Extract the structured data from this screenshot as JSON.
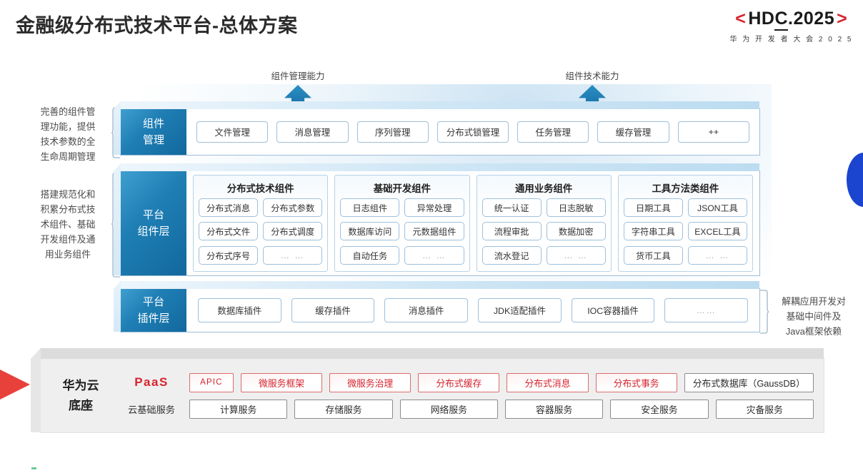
{
  "header": {
    "title": "金融级分布式技术平台-总体方案",
    "logo": {
      "left_bracket": "<",
      "right_bracket": ">",
      "main_pre": "HD",
      "main_underlined": "C",
      "main_post": ".2025",
      "subtitle": "华 为 开 发 者 大 会 2 0 2 5"
    }
  },
  "capabilities": [
    {
      "label": "组件管理能力"
    },
    {
      "label": "组件技术能力"
    }
  ],
  "side_notes": {
    "left": [
      "完善的组件管\n理功能，提供\n技术参数的全\n生命周期管理",
      "搭建规范化和\n积累分布式技\n术组件、基础\n开发组件及通\n用业务组件"
    ],
    "right": [
      "解耦应用开发对\n基础中间件及\nJava框架依赖"
    ]
  },
  "layers": {
    "management": {
      "label": "组件\n管理",
      "items": [
        "文件管理",
        "消息管理",
        "序列管理",
        "分布式锁管理",
        "任务管理",
        "缓存管理",
        "++"
      ]
    },
    "platform_components": {
      "label": "平台\n组件层",
      "groups": [
        {
          "title": "分布式技术组件",
          "items": [
            "分布式消息",
            "分布式参数",
            "分布式文件",
            "分布式调度",
            "分布式序号",
            "… …"
          ]
        },
        {
          "title": "基础开发组件",
          "items": [
            "日志组件",
            "异常处理",
            "数据库访问",
            "元数据组件",
            "自动任务",
            "… …"
          ]
        },
        {
          "title": "通用业务组件",
          "items": [
            "统一认证",
            "日志脱敏",
            "流程审批",
            "数据加密",
            "流水登记",
            "… …"
          ]
        },
        {
          "title": "工具方法类组件",
          "items": [
            "日期工具",
            "JSON工具",
            "字符串工具",
            "EXCEL工具",
            "货币工具",
            "… …"
          ]
        }
      ]
    },
    "plugin": {
      "label": "平台\n插件层",
      "items": [
        "数据库插件",
        "缓存插件",
        "消息插件",
        "JDK适配插件",
        "IOC容器插件",
        "……"
      ]
    }
  },
  "base": {
    "title": "华为云\n底座",
    "rows": [
      {
        "label": "PaaS",
        "style": "red",
        "items": [
          {
            "label": "APIC",
            "kind": "red"
          },
          {
            "label": "微服务框架",
            "kind": "red"
          },
          {
            "label": "微服务治理",
            "kind": "red"
          },
          {
            "label": "分布式缓存",
            "kind": "red"
          },
          {
            "label": "分布式消息",
            "kind": "red"
          },
          {
            "label": "分布式事务",
            "kind": "red"
          },
          {
            "label": "分布式数据库（GaussDB）",
            "kind": "grey"
          }
        ]
      },
      {
        "label": "云基础服务",
        "style": "plain",
        "items": [
          {
            "label": "计算服务",
            "kind": "grey"
          },
          {
            "label": "存储服务",
            "kind": "grey"
          },
          {
            "label": "网络服务",
            "kind": "grey"
          },
          {
            "label": "容器服务",
            "kind": "grey"
          },
          {
            "label": "安全服务",
            "kind": "grey"
          },
          {
            "label": "灾备服务",
            "kind": "grey"
          }
        ]
      }
    ]
  },
  "colors": {
    "brand_red": "#d6232e",
    "layer_blue": "#1f7fb5",
    "accent_blue_dot": "#1b44cf",
    "wedge_red": "#e8413c"
  }
}
